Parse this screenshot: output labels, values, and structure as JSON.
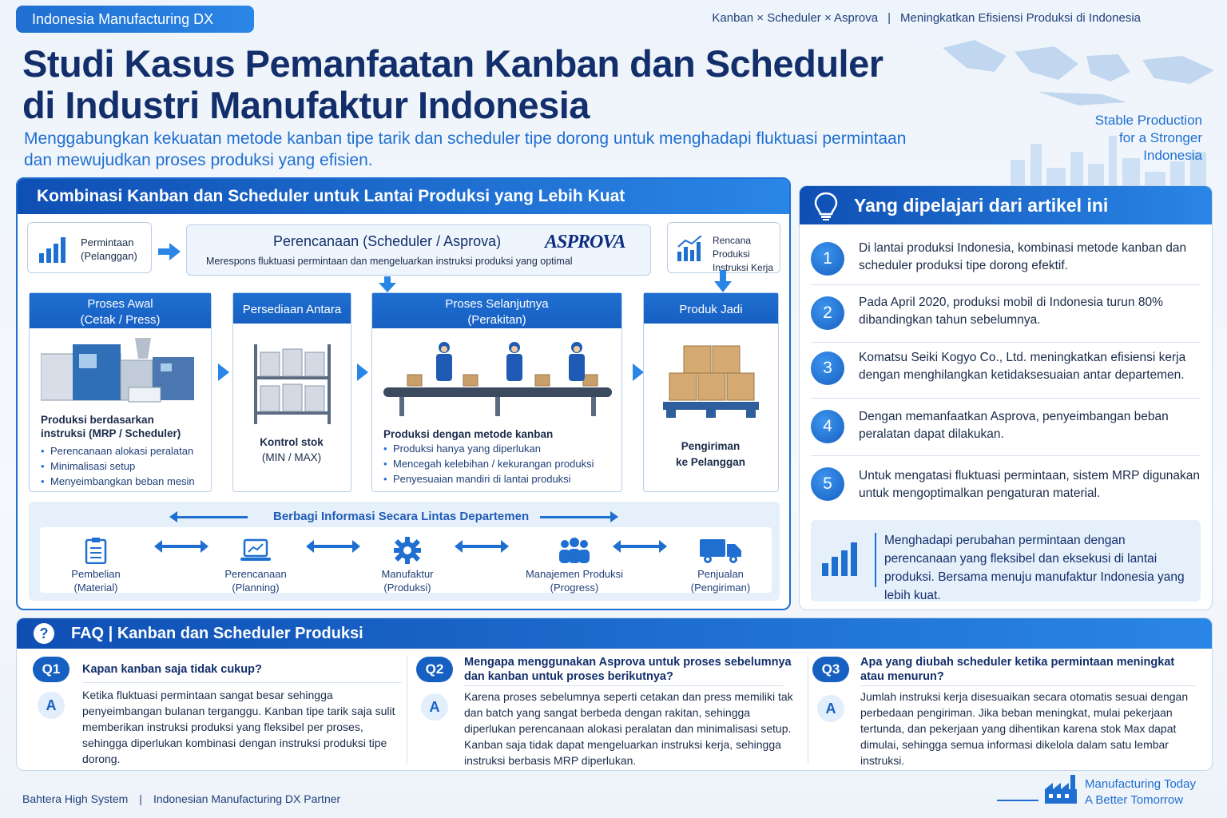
{
  "header": {
    "badge": "Indonesia Manufacturing DX",
    "links": [
      "Kanban × Scheduler × Asprova",
      "Meningkatkan Efisiensi Produksi di Indonesia"
    ],
    "title_line1": "Studi Kasus Pemanfaatan Kanban dan Scheduler",
    "title_line2": "di Industri Manufaktur Indonesia",
    "subtitle_line1": "Menggabungkan kekuatan metode kanban tipe tarik dan scheduler  tipe dorong untuk  menghadapi fluktuasi permintaan",
    "subtitle_line2": "dan mewujudkan proses produksi yang efisien.",
    "tagline": [
      "Stable Production",
      "for a Stronger",
      "Indonesia"
    ]
  },
  "flow": {
    "heading": "Kombinasi Kanban dan Scheduler untuk Lantai Produksi yang Lebih Kuat",
    "demand": [
      "Permintaan",
      "(Pelanggan)"
    ],
    "planning_title": "Perencanaan (Scheduler / Asprova)",
    "planning_desc": "Merespons fluktuasi permintaan dan mengeluarkan instruksi produksi yang optimal",
    "logo_text": "ASPROVA",
    "plan_instr": [
      "Rencana Produksi",
      "Instruksi Kerja"
    ],
    "columns": [
      {
        "header": [
          "Proses Awal",
          "(Cetak / Press)"
        ],
        "bold": [
          "Produksi berdasarkan",
          "instruksi (MRP / Scheduler)"
        ],
        "bullets": [
          "Perencanaan alokasi peralatan",
          "Minimalisasi setup",
          "Menyeimbangkan beban mesin"
        ]
      },
      {
        "header": [
          "Persediaan Antara"
        ],
        "bold": [
          "Kontrol stok"
        ],
        "text": "(MIN / MAX)"
      },
      {
        "header": [
          "Proses Selanjutnya",
          "(Perakitan)"
        ],
        "bold": [
          "Produksi dengan metode kanban"
        ],
        "bullets": [
          "Produksi hanya yang diperlukan",
          "Mencegah kelebihan / kekurangan produksi",
          "Penyesuaian mandiri di lantai produksi"
        ]
      },
      {
        "header": [
          "Produk Jadi"
        ],
        "bold": [
          "Pengiriman",
          "ke Pelanggan"
        ]
      }
    ],
    "share_title": "Berbagi Informasi Secara Lintas Departemen",
    "departments": [
      {
        "name": "Pembelian",
        "sub": "(Material)",
        "icon": "clipboard-icon"
      },
      {
        "name": "Perencanaan",
        "sub": "(Planning)",
        "icon": "laptop-chart-icon"
      },
      {
        "name": "Manufaktur",
        "sub": "(Produksi)",
        "icon": "gear-icon"
      },
      {
        "name": "Manajemen Produksi",
        "sub": "(Progress)",
        "icon": "team-icon"
      },
      {
        "name": "Penjualan",
        "sub": "(Pengiriman)",
        "icon": "truck-icon"
      }
    ]
  },
  "learn": {
    "heading": "Yang dipelajari dari artikel ini",
    "items": [
      {
        "num": "1",
        "text": "Di lantai produksi Indonesia, kombinasi metode kanban dan scheduler produksi tipe dorong efektif."
      },
      {
        "num": "2",
        "text": "Pada April 2020, produksi mobil di Indonesia turun 80% dibandingkan tahun sebelumnya."
      },
      {
        "num": "3",
        "text": "Komatsu Seiki Kogyo Co., Ltd. meningkatkan efisiensi kerja dengan menghilangkan ketidaksesuaian antar departemen."
      },
      {
        "num": "4",
        "text": "Dengan memanfaatkan Asprova, penyeimbangan beban peralatan dapat dilakukan."
      },
      {
        "num": "5",
        "text": "Untuk mengatasi fluktuasi permintaan, sistem MRP digunakan untuk mengoptimalkan pengaturan material."
      }
    ],
    "quote": "Menghadapi perubahan permintaan dengan perencanaan yang fleksibel dan eksekusi di lantai produksi. Bersama menuju manufaktur Indonesia yang lebih kuat."
  },
  "faq": {
    "heading": "FAQ  |  Kanban dan Scheduler Produksi",
    "answer_badge": "A",
    "items": [
      {
        "q": "Q1",
        "question": "Kapan kanban saja tidak cukup?",
        "answer": "Ketika fluktuasi permintaan sangat besar sehingga penyeimbangan bulanan terganggu. Kanban tipe tarik saja sulit memberikan instruksi produksi yang fleksibel per proses, sehingga diperlukan kombinasi dengan instruksi produksi tipe dorong."
      },
      {
        "q": "Q2",
        "question": "Mengapa menggunakan Asprova untuk proses sebelumnya dan kanban untuk proses berikutnya?",
        "answer": "Karena proses sebelumnya seperti cetakan dan press memiliki tak dan batch yang sangat berbeda dengan rakitan, sehingga diperlukan perencanaan alokasi peralatan dan minimalisasi setup. Kanban saja tidak dapat mengeluarkan instruksi kerja, sehingga instruksi berbasis MRP diperlukan."
      },
      {
        "q": "Q3",
        "question": "Apa yang diubah scheduler ketika permintaan meningkat atau menurun?",
        "answer": "Jumlah instruksi kerja disesuaikan secara otomatis sesuai dengan perbedaan pengiriman. Jika beban meningkat, mulai pekerjaan tertunda, dan pekerjaan yang dihentikan karena stok Max dapat dimulai, sehingga semua informasi dikelola dalam satu lembar instruksi."
      }
    ]
  },
  "footer": {
    "company": "Bahtera High System",
    "partner": "Indonesian Manufacturing DX Partner",
    "tag1": "Manufacturing Today",
    "tag2": "A Better Tomorrow"
  },
  "colors": {
    "primary": "#1f6fd1",
    "dark": "#132f6b",
    "light": "#e6f0fb"
  }
}
